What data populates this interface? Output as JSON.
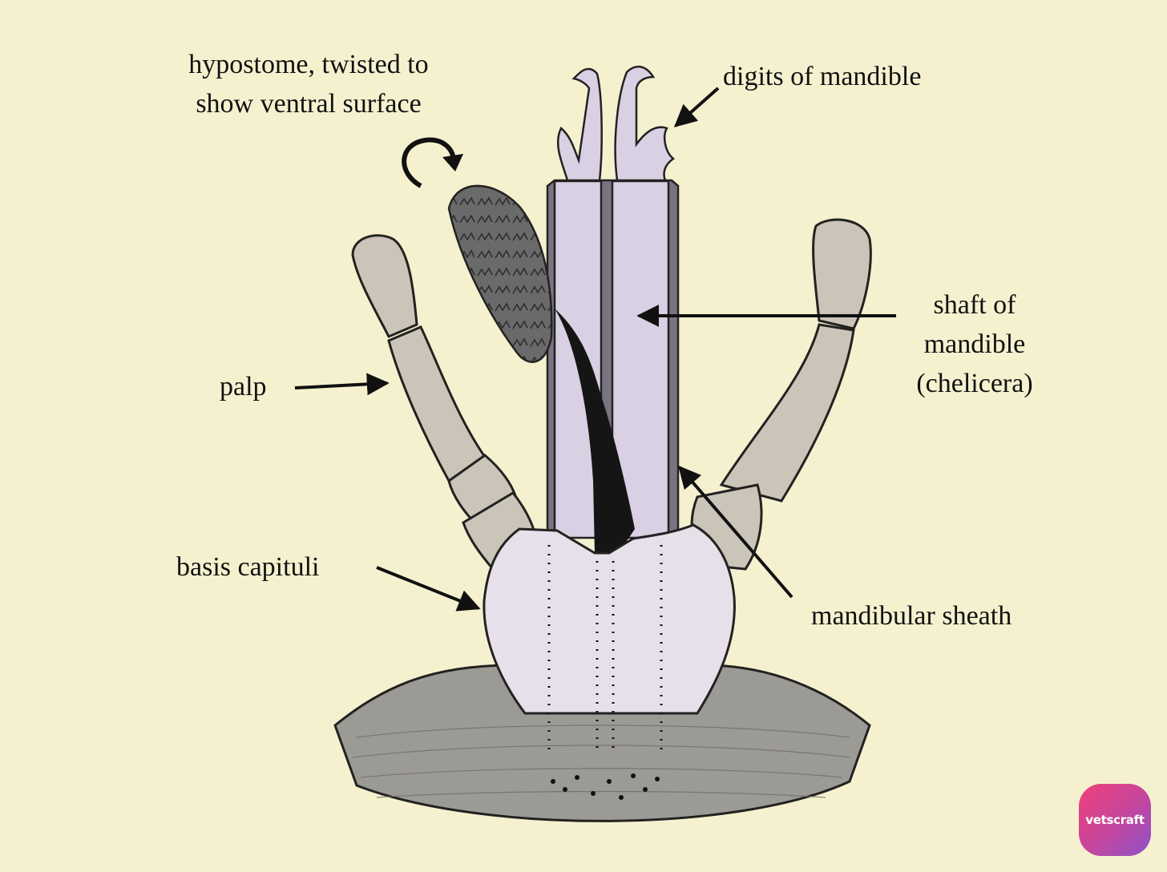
{
  "labels": {
    "hypostome": [
      "hypostome, twisted to",
      "show ventral surface"
    ],
    "digits": "digits of mandible",
    "shaft": [
      "shaft of",
      "mandible",
      "(chelicera)"
    ],
    "palp": "palp",
    "basis": "basis capituli",
    "sheath": "mandibular sheath"
  },
  "brand": {
    "logo_text": "vetscraft",
    "gradient": [
      "#f04079",
      "#8b52c8"
    ]
  },
  "colors": {
    "background": "#f5f1cf",
    "mandible": "#d9d0e4",
    "palp": "#cbc4b8",
    "basis": "#e7e0ea",
    "body": "#9c9a95",
    "hypostome": "#6a6a6a"
  }
}
